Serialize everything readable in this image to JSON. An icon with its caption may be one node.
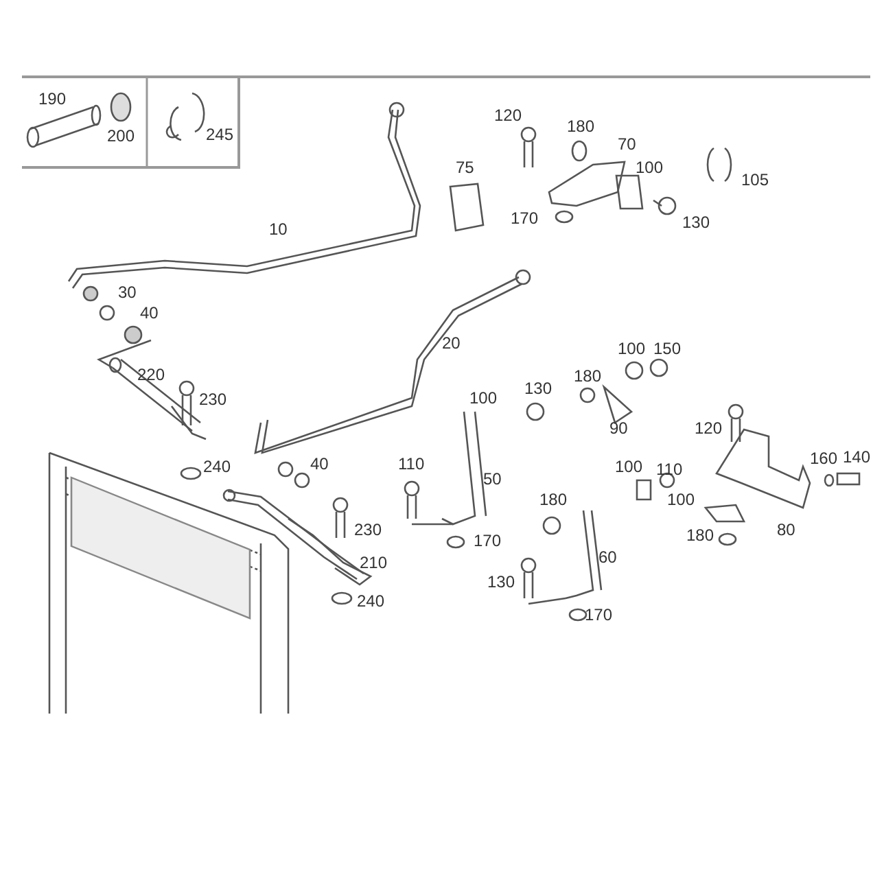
{
  "diagram": {
    "labels": [
      "190",
      "200",
      "245",
      "120",
      "180",
      "70",
      "75",
      "100",
      "105",
      "170",
      "130",
      "10",
      "30",
      "40",
      "20",
      "100",
      "150",
      "220",
      "180",
      "130",
      "230",
      "100",
      "90",
      "120",
      "160",
      "140",
      "240",
      "40",
      "110",
      "50",
      "100",
      "110",
      "180",
      "100",
      "230",
      "170",
      "180",
      "80",
      "210",
      "60",
      "130",
      "240",
      "170"
    ]
  }
}
